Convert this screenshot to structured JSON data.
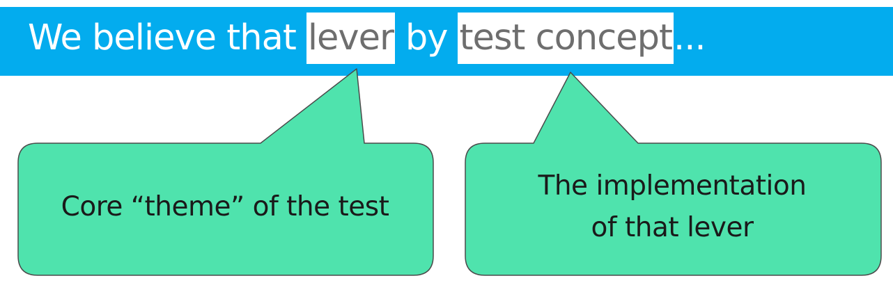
{
  "headline": {
    "prefix": "We believe that",
    "lever": "lever",
    "connector": "by",
    "concept": "test concept",
    "suffix": "..."
  },
  "callouts": {
    "lever": {
      "text": "Core “theme” of the test"
    },
    "concept": {
      "line1": "The implementation",
      "line2": "of that lever"
    }
  },
  "colors": {
    "banner": "#03acee",
    "highlight_text": "#6e6e6e",
    "callout_fill": "#4fe3ad",
    "callout_stroke": "#4a4a4a"
  }
}
